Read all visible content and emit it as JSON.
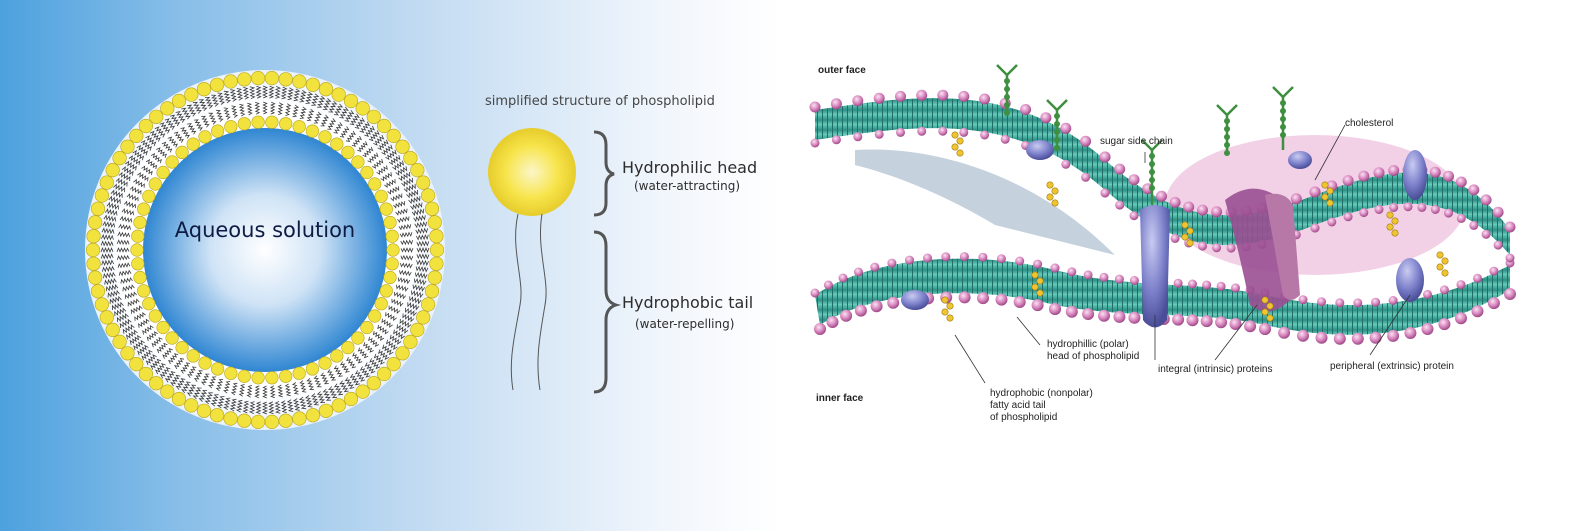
{
  "liposome": {
    "center_label": "Aqueous solution",
    "colors": {
      "head": "#f2e23e",
      "head_stroke": "#b8a41a",
      "tail": "#3a3a3a",
      "core": "#2f86d2",
      "core_center": "#ffffff"
    }
  },
  "phospholipid": {
    "title": "simplified structure of phospholipid",
    "head_label": "Hydrophilic head",
    "head_sub": "(water-attracting)",
    "tail_label": "Hydrophobic tail",
    "tail_sub": "(water-repelling)"
  },
  "membrane": {
    "outer_face": "outer face",
    "inner_face": "inner face",
    "sugar_chain": "sugar side chain",
    "cholesterol": "cholesterol",
    "hydrophilic_head": [
      "hydrophillic (polar)",
      "head of phospholipid"
    ],
    "hydrophobic_tail": [
      "hydrophobic (nonpolar)",
      "fatty acid tail",
      "of phospholipid"
    ],
    "integral": "integral (intrinsic) proteins",
    "peripheral": "peripheral (extrinsic) protein",
    "colors": {
      "head": "#d583bc",
      "tail": "#35a394",
      "protein": "#7b7fc9",
      "sugar": "#3e8f3f",
      "cholesterol": "#f0c431"
    }
  }
}
